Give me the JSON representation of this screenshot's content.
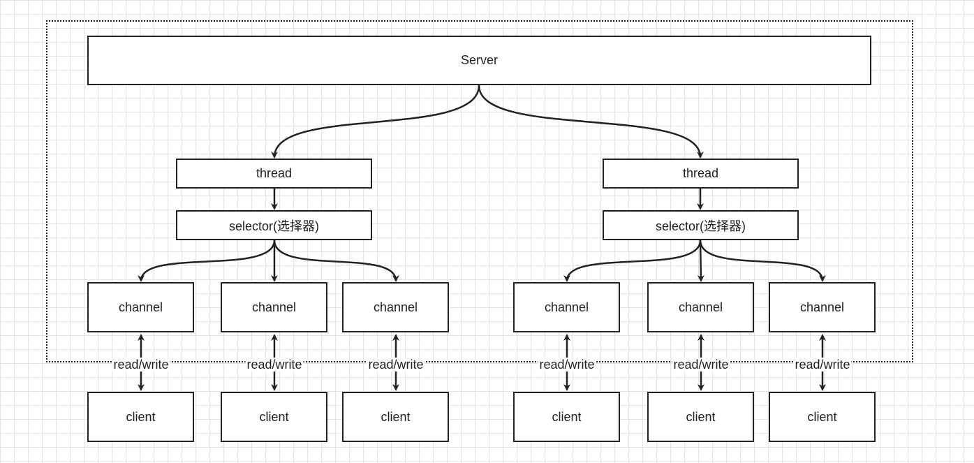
{
  "server": {
    "label": "Server"
  },
  "groups": [
    {
      "thread": {
        "label": "thread"
      },
      "selector": {
        "label": "selector(选择器)"
      },
      "channels": [
        {
          "label": "channel",
          "link": "read/write",
          "client": "client"
        },
        {
          "label": "channel",
          "link": "read/write",
          "client": "client"
        },
        {
          "label": "channel",
          "link": "read/write",
          "client": "client"
        }
      ]
    },
    {
      "thread": {
        "label": "thread"
      },
      "selector": {
        "label": "selector(选择器)"
      },
      "channels": [
        {
          "label": "channel",
          "link": "read/write",
          "client": "client"
        },
        {
          "label": "channel",
          "link": "read/write",
          "client": "client"
        },
        {
          "label": "channel",
          "link": "read/write",
          "client": "client"
        }
      ]
    }
  ]
}
